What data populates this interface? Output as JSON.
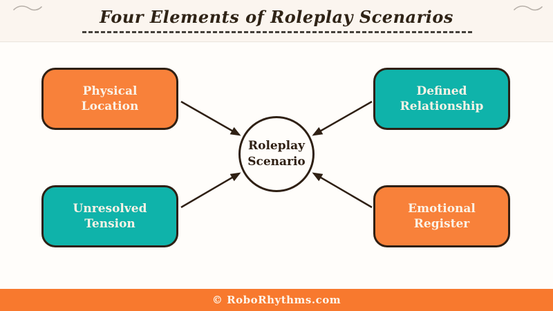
{
  "header": {
    "title": "Four Elements of Roleplay Scenarios"
  },
  "diagram": {
    "center": {
      "id": "center",
      "label": "Roleplay Scenario"
    },
    "nodes": [
      {
        "id": "physical-location",
        "label": "Physical Location",
        "color": "#F8813A",
        "position": "top-left"
      },
      {
        "id": "defined-relationship",
        "label": "Defined Relationship",
        "color": "#0FB3AA",
        "position": "top-right"
      },
      {
        "id": "unresolved-tension",
        "label": "Unresolved Tension",
        "color": "#0FB3AA",
        "position": "bottom-left"
      },
      {
        "id": "emotional-register",
        "label": "Emotional Register",
        "color": "#F8813A",
        "position": "bottom-right"
      }
    ],
    "edges": [
      {
        "from": "physical-location",
        "to": "center"
      },
      {
        "from": "defined-relationship",
        "to": "center"
      },
      {
        "from": "unresolved-tension",
        "to": "center"
      },
      {
        "from": "emotional-register",
        "to": "center"
      }
    ],
    "arrow_color": "#2F2014"
  },
  "footer": {
    "text": "© RoboRhythms.com",
    "color": "#F8792E"
  },
  "icons": {
    "squiggle": "decorative wave stroke, one in each top corner"
  }
}
